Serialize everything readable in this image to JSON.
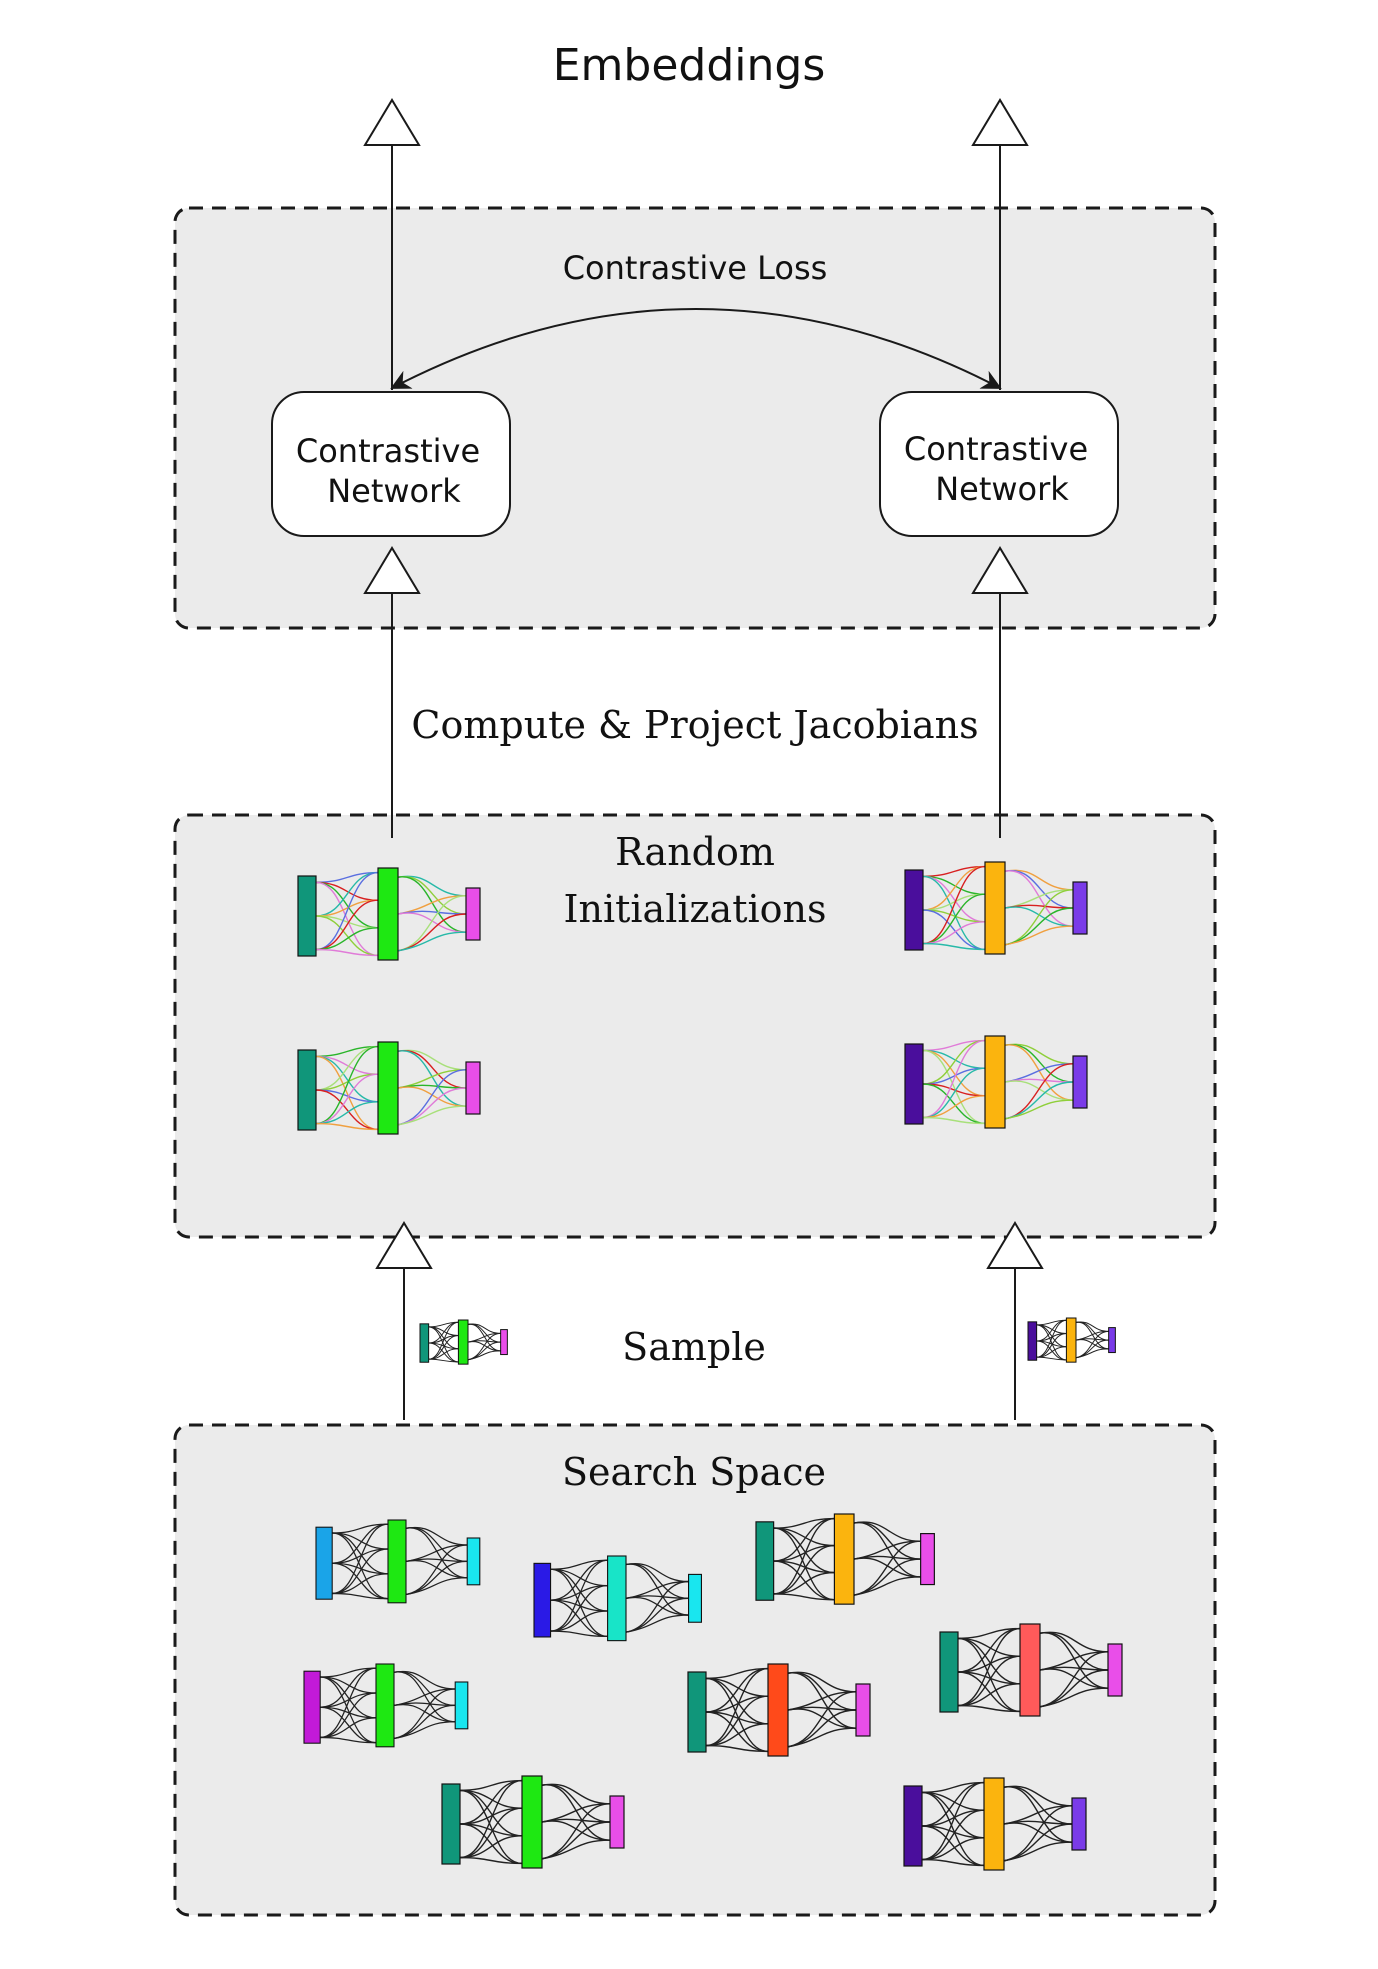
{
  "title": "Embeddings",
  "top_panel": {
    "loss_label": "Contrastive Loss",
    "network_left": [
      "Contrastive",
      "Network"
    ],
    "network_right": [
      "Contrastive",
      "Network"
    ]
  },
  "compute_label": "Compute & Project Jacobians",
  "middle_panel": {
    "label_lines": [
      "Random",
      "Initializations"
    ]
  },
  "sample_label": "Sample",
  "bottom_panel": {
    "label": "Search Space"
  },
  "colors": {
    "panel_fill": "#ebebeb",
    "teal": "#10967a",
    "green": "#1ee812",
    "magenta": "#e94ee9",
    "indigo": "#4a0e9c",
    "orange": "#fbb40e",
    "violet": "#7a3be8",
    "sky": "#1aa4e8",
    "cyan": "#19e6ef",
    "blue": "#2a1ae6",
    "aqua": "#18e4c8",
    "purple": "#c21ad8",
    "red_orange": "#ff4a1a",
    "salmon": "#ff5a5a"
  }
}
